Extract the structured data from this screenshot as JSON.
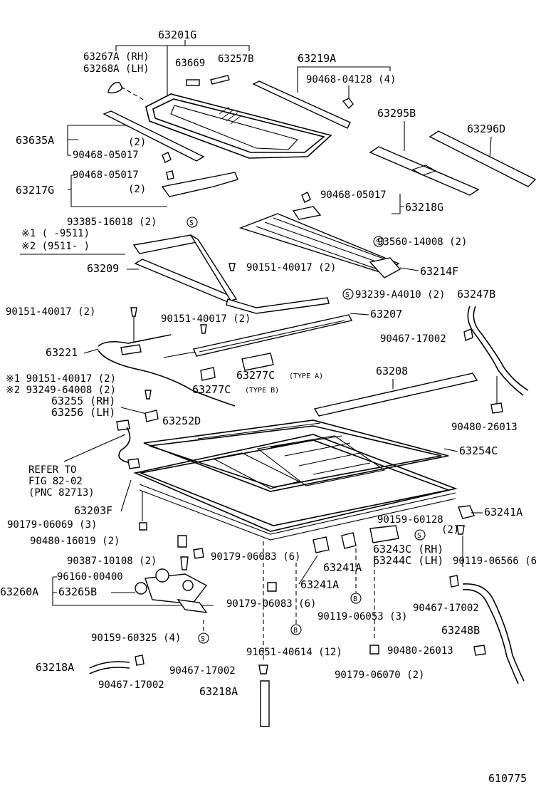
{
  "labels": {
    "p63201G": "63201G",
    "p63267A": "63267A (RH)",
    "p63268A": "63268A (LH)",
    "p63669": "63669",
    "p63257B": "63257B",
    "p63219A": "63219A",
    "p90468_04128": "90468-04128 (4)",
    "p63295B": "63295B",
    "p63296D": "63296D",
    "p63635A": "63635A",
    "qty2_a": "(2)",
    "p90468_05017_a": "90468-05017",
    "p90468_05017_b": "90468-05017",
    "qty2_b": "(2)",
    "p63217G": "63217G",
    "p90468_05017_c": "90468-05017",
    "p63218G": "63218G",
    "p93385": "93385-16018 (2)",
    "note1": "※1 (    -9511)",
    "note2": "※2 (9511-      )",
    "p93560": "93560-14008 (2)",
    "p63209": "63209",
    "p90151_a": "90151-40017 (2)",
    "p63214F": "63214F",
    "p93239": "93239-A4010 (2)",
    "p63247B": "63247B",
    "p90151_b": "90151-40017 (2)",
    "p90151_c": "90151-40017 (2)",
    "p63207": "63207",
    "p90467_a": "90467-17002",
    "p63221": "63221",
    "p63277C_a": "63277C",
    "typeA": "(TYPE A)",
    "p63208": "63208",
    "note1_part": "※1 90151-40017 (2)",
    "note2_part": "※2 93249-64008 (2)",
    "p63277C_b": "63277C",
    "typeB": "(TYPE B)",
    "p63255": "63255 (RH)",
    "p63256": "63256 (LH)",
    "p63252D": "63252D",
    "p90480_a": "90480-26013",
    "p63254C": "63254C",
    "refer1": "REFER TO",
    "refer2": "FIG 82-02",
    "refer3": "(PNC 82713)",
    "p63203F": "63203F",
    "p90179_06069": "90179-06069 (3)",
    "p90159_60128": "90159-60128",
    "qty2_c": "(2)",
    "p63241A_a": "63241A",
    "p90480_16019": "90480-16019 (2)",
    "p63243C": "63243C (RH)",
    "p63244C": "63244C (LH)",
    "p90387": "90387-10108 (2)",
    "p90179_06083_a": "90179-06083 (6)",
    "p63241A_b": "63241A",
    "p90119_06566": "90119-06566 (6",
    "p96160": "96160-00400",
    "p63260A": "63260A",
    "p63265B": "63265B",
    "p63241A_c": "63241A",
    "p90179_06083_b": "90179-06083 (6)",
    "p90119_06053": "90119-06053 (3)",
    "p90467_b": "90467-17002",
    "p63248B": "63248B",
    "p90159_60325": "90159-60325 (4)",
    "p91651": "91651-40614 (12)",
    "p90480_b": "90480-26013",
    "p63218A_a": "63218A",
    "p90467_c": "90467-17002",
    "p90179_06070": "90179-06070 (2)",
    "p63218A_b": "63218A",
    "p90467_d": "90467-17002",
    "figno": "610775"
  },
  "symbols": {
    "s_marker": "S",
    "b_marker": "B"
  }
}
